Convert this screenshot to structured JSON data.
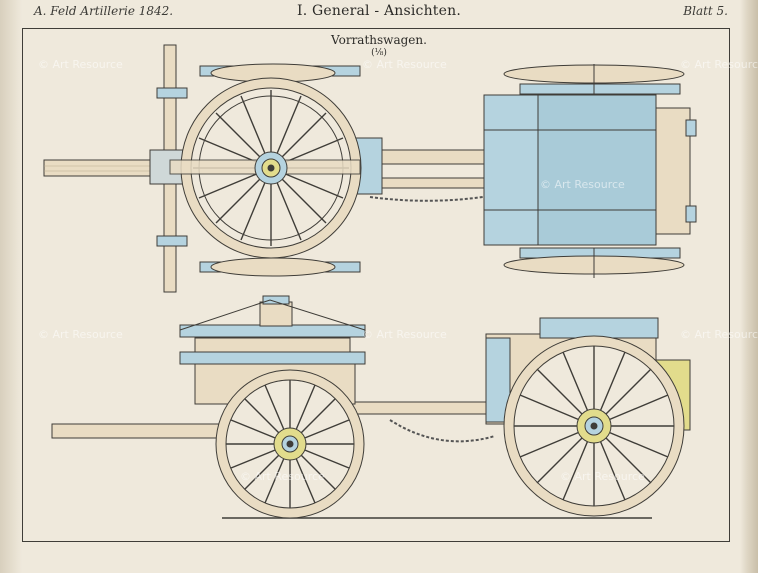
{
  "header": {
    "left": "A. Feld Artillerie 1842.",
    "center": "I. General - Ansichten.",
    "right": "Blatt 5."
  },
  "plate": {
    "title": "Vorrathswagen.",
    "subtitle": "(⅛)"
  },
  "watermark": "© Art Resource",
  "colors": {
    "paper": "#efe9dc",
    "wood": "#e9dcc3",
    "metal": "#b5d3df",
    "brass": "#e2dc8c",
    "ink": "#3f3d38"
  }
}
